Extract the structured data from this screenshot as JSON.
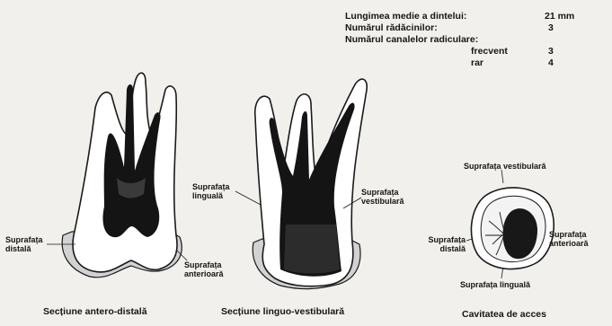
{
  "info": {
    "avg_length_label": "Lungimea medie a dintelui:",
    "avg_length_value": "21 mm",
    "roots_label": "Numărul rădăcinilor:",
    "roots_value": "3",
    "canals_label": "Numărul canalelor radiculare:",
    "frequent_label": "frecvent",
    "frequent_value": "3",
    "rare_label": "rar",
    "rare_value": "4"
  },
  "labels": {
    "distal_1": "Suprafața",
    "distal_2": "distală",
    "anterior_1": "Suprafața",
    "anterior_2": "anterioară",
    "lingual_1": "Suprafața",
    "lingual_2": "linguală",
    "vestibular_1": "Suprafața",
    "vestibular_2": "vestibulară",
    "access_vestibular": "Suprafața vestibulară",
    "access_distal_1": "Suprafața",
    "access_distal_2": "distală",
    "access_anterior_1": "Suprafața",
    "access_anterior_2": "anterioară",
    "access_lingual": "Suprafața linguală"
  },
  "captions": {
    "section_1": "Secțiune antero-distală",
    "section_2": "Secțiune linguo-vestibulară",
    "section_3": "Cavitatea de acces"
  },
  "colors": {
    "pulp": "#141414",
    "crown_shade": "#cfcfcf",
    "outline": "#1a1a1a"
  }
}
